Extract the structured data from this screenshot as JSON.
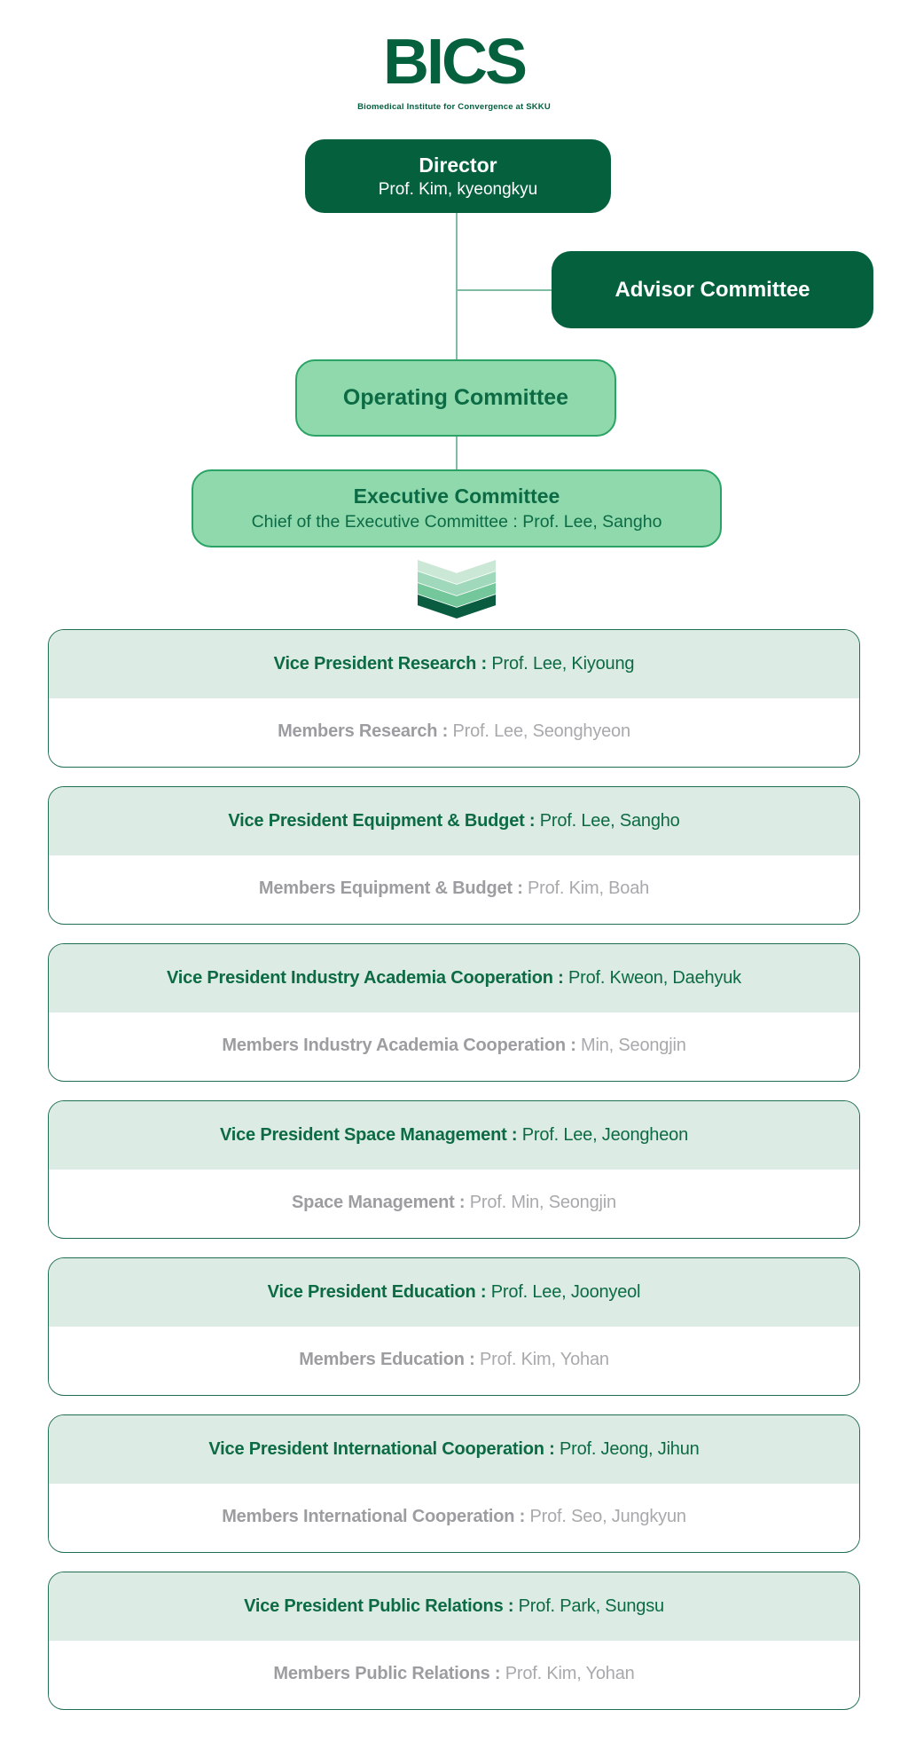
{
  "logo": {
    "title": "BICS",
    "tagline": "Biomedical Institute for Convergence at SKKU"
  },
  "org": {
    "director": {
      "title": "Director",
      "name": "Prof. Kim, kyeongkyu"
    },
    "advisor": {
      "title": "Advisor Committee"
    },
    "operating": {
      "title": "Operating Committee"
    },
    "executive": {
      "title": "Executive Committee",
      "subtitle": "Chief of the Executive Committee : Prof. Lee, Sangho"
    }
  },
  "departments": [
    {
      "vp_label": "Vice President Research :",
      "vp_name": "Prof. Lee, Kiyoung",
      "member_label": "Members Research :",
      "member_name": "Prof. Lee, Seonghyeon"
    },
    {
      "vp_label": "Vice President Equipment & Budget :",
      "vp_name": "Prof. Lee, Sangho",
      "member_label": "Members Equipment & Budget :",
      "member_name": "Prof. Kim, Boah"
    },
    {
      "vp_label": "Vice President Industry Academia Cooperation :",
      "vp_name": "Prof. Kweon, Daehyuk",
      "member_label": "Members Industry Academia Cooperation :",
      "member_name": "Min, Seongjin"
    },
    {
      "vp_label": "Vice President Space Management :",
      "vp_name": "Prof. Lee, Jeongheon",
      "member_label": "Space Management :",
      "member_name": "Prof. Min, Seongjin"
    },
    {
      "vp_label": "Vice President Education :",
      "vp_name": "Prof. Lee, Joonyeol",
      "member_label": "Members Education :",
      "member_name": "Prof. Kim, Yohan"
    },
    {
      "vp_label": "Vice President International Cooperation :",
      "vp_name": "Prof. Jeong, Jihun",
      "member_label": "Members International Cooperation :",
      "member_name": "Prof. Seo, Jungkyun"
    },
    {
      "vp_label": "Vice President Public Relations :",
      "vp_name": "Prof. Park, Sungsu",
      "member_label": "Members Public Relations :",
      "member_name": "Prof. Kim, Yohan"
    }
  ],
  "colors": {
    "brand_dark_green": "#05603e",
    "light_green_fill": "#8fd9ad",
    "light_green_border": "#2aa364",
    "green_text": "#0c6b44",
    "card_header_bg": "#dcebe3",
    "card_border": "#1e6e50",
    "muted_gray_text": "#9b9da0",
    "connector_line": "#80bba4",
    "chevron_shades": [
      "#cbe7d6",
      "#9fd8ba",
      "#74c79a",
      "#0a5c40"
    ]
  }
}
